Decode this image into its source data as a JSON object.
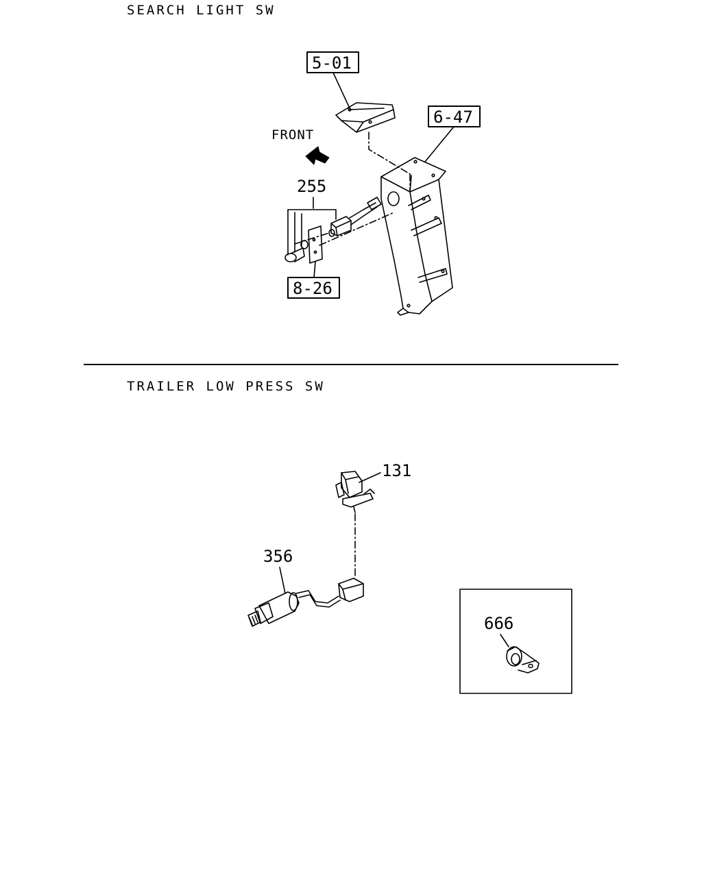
{
  "sections": {
    "search_light": {
      "title": "SEARCH LIGHT SW"
    },
    "trailer_low_press": {
      "title": "TRAILER LOW PRESS SW"
    }
  },
  "callouts": {
    "c501": "5-01",
    "c647": "6-47",
    "c255": "255",
    "c826": "8-26",
    "c131": "131",
    "c356": "356",
    "c666": "666"
  },
  "front_label": "FRONT"
}
